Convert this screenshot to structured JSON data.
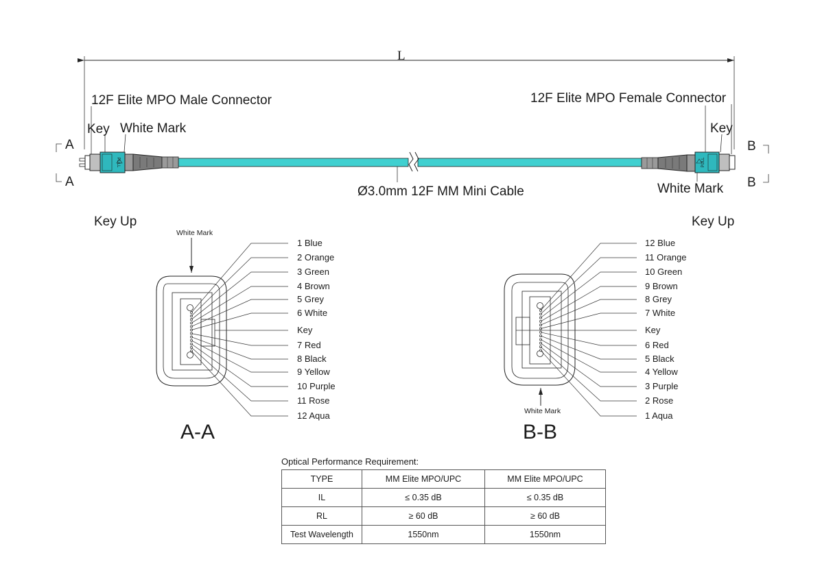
{
  "dimension_label": "L",
  "male_connector": {
    "title": "12F Elite MPO Male Connector",
    "key_label": "Key",
    "mark_label": "White Mark",
    "section_marker": "A",
    "pull_text": "PULL"
  },
  "female_connector": {
    "title": "12F Elite MPO Female Connector",
    "key_label": "Key",
    "mark_label": "White Mark",
    "section_marker": "B",
    "pull_text": "PULL"
  },
  "cable_label": "Ø3.0mm 12F MM Mini Cable",
  "colors": {
    "cable": "#40d0d0",
    "connector": "#2fb8bd",
    "boot": "#7a7a7a"
  },
  "section_a": {
    "key_up": "Key Up",
    "white_mark": "White Mark",
    "title": "A-A",
    "fibers": [
      "1 Blue",
      "2 Orange",
      "3 Green",
      "4 Brown",
      "5 Grey",
      "6 White",
      "Key",
      "7 Red",
      "8 Black",
      "9 Yellow",
      "10 Purple",
      "11 Rose",
      "12 Aqua"
    ]
  },
  "section_b": {
    "key_up": "Key Up",
    "white_mark": "White Mark",
    "title": "B-B",
    "fibers": [
      "12 Blue",
      "11 Orange",
      "10 Green",
      "9 Brown",
      "8 Grey",
      "7 White",
      "Key",
      "6 Red",
      "5 Black",
      "4 Yellow",
      "3 Purple",
      "2 Rose",
      "1 Aqua"
    ]
  },
  "spec": {
    "title": "Optical Performance Requirement:",
    "header": [
      "TYPE",
      "MM Elite MPO/UPC",
      "MM Elite MPO/UPC"
    ],
    "rows": [
      [
        "IL",
        "≤ 0.35 dB",
        "≤ 0.35 dB"
      ],
      [
        "RL",
        "≥ 60 dB",
        "≥ 60 dB"
      ],
      [
        "Test Wavelength",
        "1550nm",
        "1550nm"
      ]
    ]
  }
}
